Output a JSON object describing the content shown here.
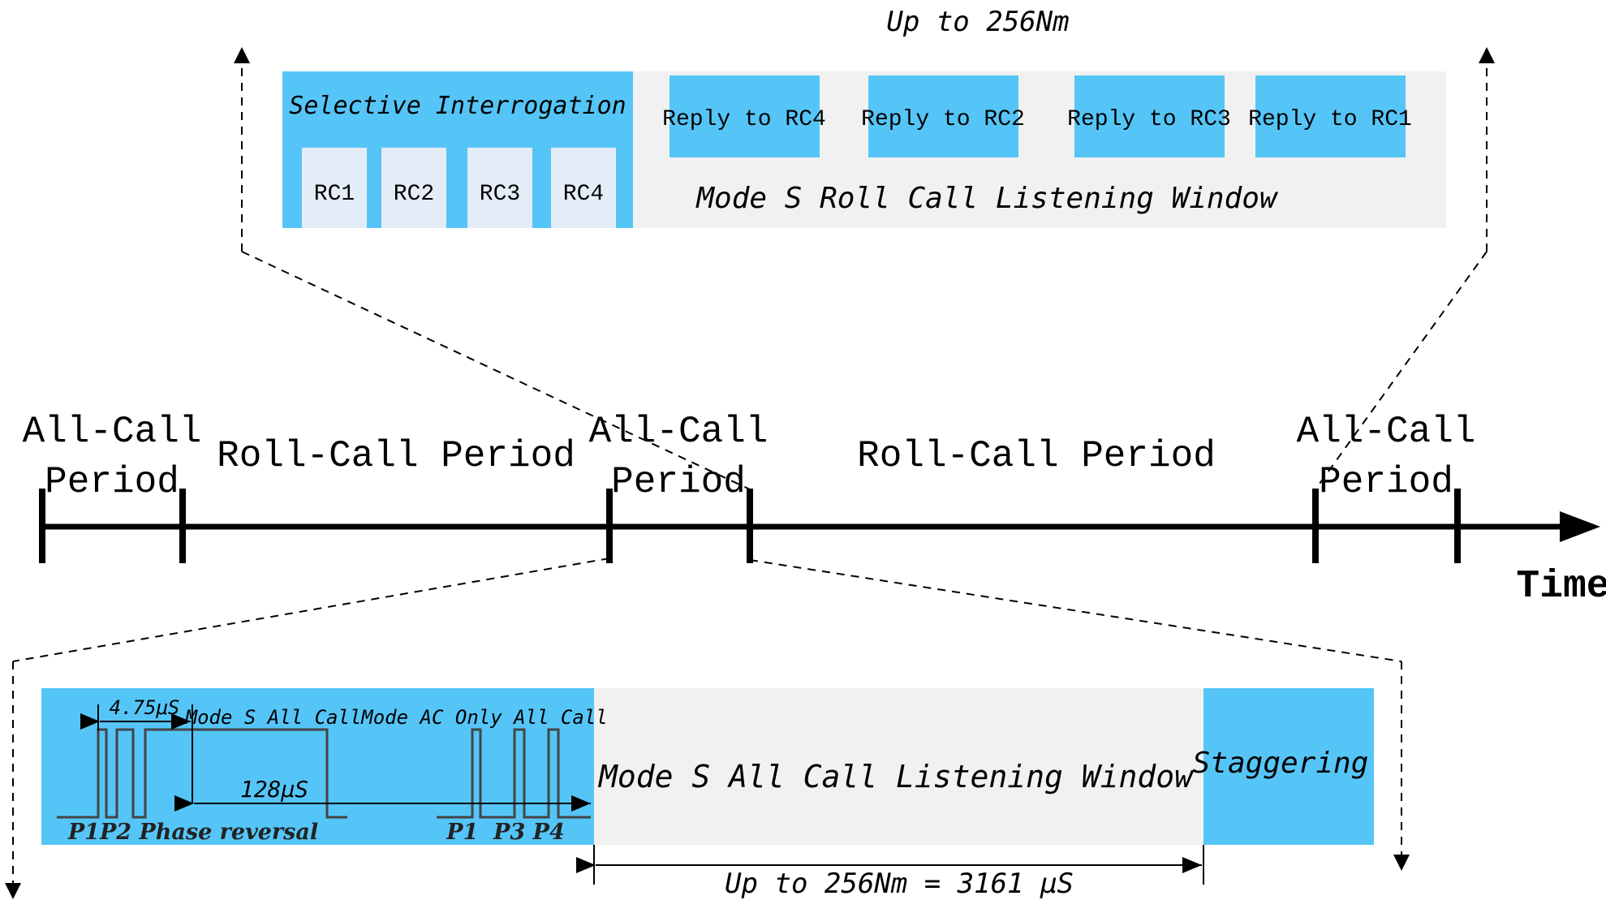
{
  "colors": {
    "blue": "#55c5f7",
    "light_gray": "#f1f1f1",
    "pale_blue": "#e3ecf7",
    "black": "#000000",
    "signal": "#444444"
  },
  "top": {
    "range_label": "Up to 256Nm",
    "interrogation_title": "Selective Interrogation",
    "rc_boxes": [
      "RC1",
      "RC2",
      "RC3",
      "RC4"
    ],
    "replies": [
      "Reply to RC4",
      "Reply to RC2",
      "Reply to RC3",
      "Reply to RC1"
    ],
    "listening_window": "Mode S Roll Call Listening Window"
  },
  "timeline": {
    "periods": [
      {
        "line1": "All-Call",
        "line2": "Period"
      },
      {
        "line1": "Roll-Call Period",
        "line2": ""
      },
      {
        "line1": "All-Call",
        "line2": "Period"
      },
      {
        "line1": "Roll-Call Period",
        "line2": ""
      },
      {
        "line1": "All-Call",
        "line2": "Period"
      }
    ],
    "axis_label": "Time"
  },
  "bottom": {
    "pulse_width": "4.75μS",
    "mode_s_all_call": "Mode S All Call",
    "mode_ac_only": "Mode AC Only All Call",
    "spacing": "128μS",
    "p1p2": "P1P2 Phase reversal",
    "p1p3p4": "P1  P3 P4",
    "listening_window": "Mode S All Call Listening Window",
    "staggering": "Staggering",
    "range_label": "Up to 256Nm = 3161 μS"
  }
}
